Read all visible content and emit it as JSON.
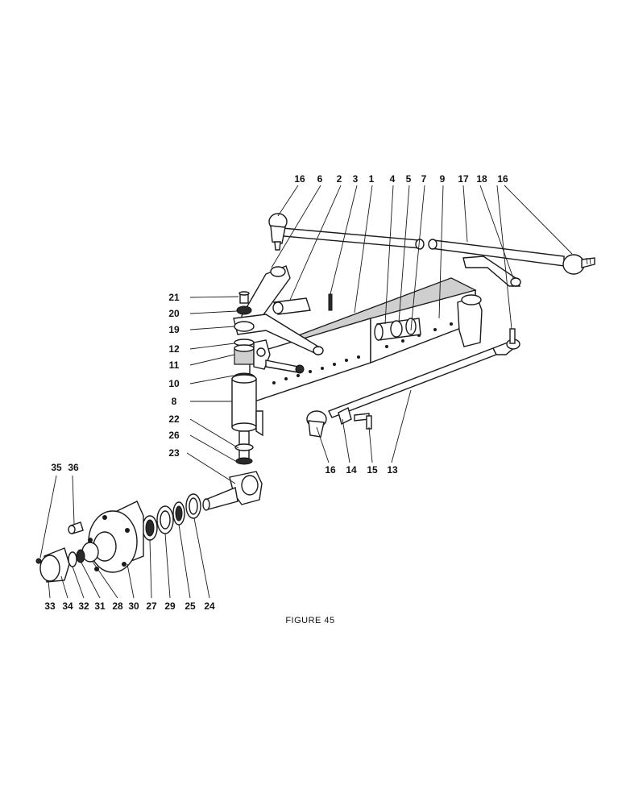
{
  "figure": {
    "caption": "FIGURE 45",
    "labels": {
      "l1": "1",
      "l2": "2",
      "l3": "3",
      "l4": "4",
      "l5": "5",
      "l6": "6",
      "l7": "7",
      "l8": "8",
      "l9": "9",
      "l10": "10",
      "l11": "11",
      "l12": "12",
      "l13": "13",
      "l14": "14",
      "l15": "15",
      "l16a": "16",
      "l16b": "16",
      "l16c": "16",
      "l17": "17",
      "l18": "18",
      "l19": "19",
      "l20": "20",
      "l21": "21",
      "l22": "22",
      "l23": "23",
      "l24": "24",
      "l25": "25",
      "l26": "26",
      "l27": "27",
      "l28": "28",
      "l29": "29",
      "l30": "30",
      "l31": "31",
      "l32": "32",
      "l33": "33",
      "l34": "34",
      "l35": "35",
      "l36": "36"
    }
  }
}
